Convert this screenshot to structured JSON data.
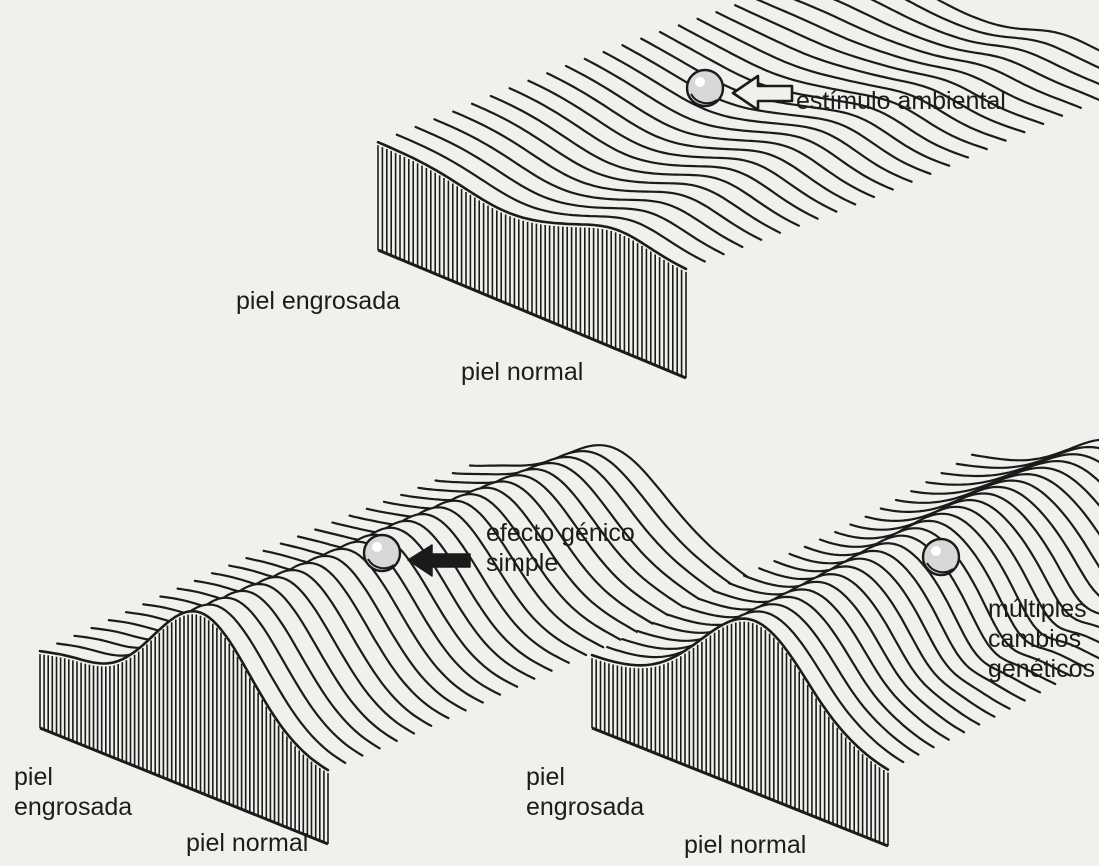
{
  "panels": [
    {
      "id": "top",
      "labels": {
        "stimulus": "estímulo ambiental",
        "thick_skin": "piel engrosada",
        "normal_skin": "piel normal"
      }
    },
    {
      "id": "bottom-left",
      "labels": {
        "gene_effect_line1": "efecto génico",
        "gene_effect_line2": "simple",
        "thick_skin_line1": "piel",
        "thick_skin_line2": "engrosada",
        "normal_skin": "piel normal"
      }
    },
    {
      "id": "bottom-right",
      "labels": {
        "multi_line1": "múltiples",
        "multi_line2": "cambios",
        "multi_line3": "genéticos",
        "thick_skin_line1": "piel",
        "thick_skin_line2": "engrosada",
        "normal_skin": "piel normal"
      }
    }
  ],
  "colors": {
    "ink": "#1b1b1b",
    "paper": "#f1f0ec",
    "ball": "#d8d8d8"
  }
}
